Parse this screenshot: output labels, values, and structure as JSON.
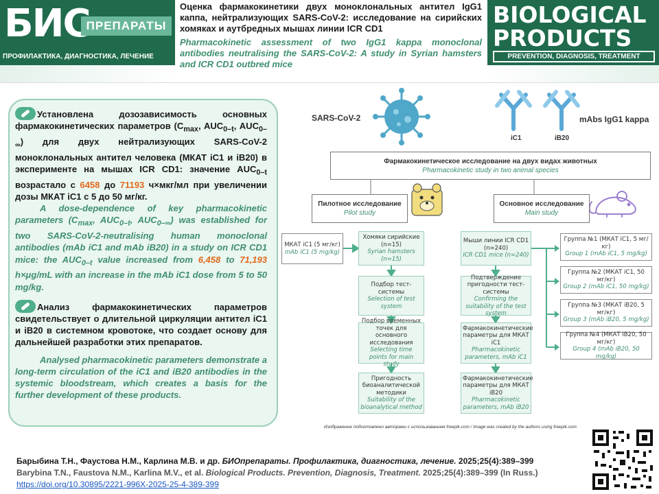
{
  "header": {
    "logo_left_main": "БИС",
    "logo_left_badge": "ПРЕПАРАТЫ",
    "logo_left_sub": "ПРОФИЛАКТИКА, ДИАГНОСТИКА, ЛЕЧЕНИЕ",
    "title_ru": "Оценка фармакокинетики двух моноклональных антител IgG1 каппа, нейтрализующих SARS-CoV-2: исследование на сирийских хомяках и аутбредных мышах линии ICR CD1",
    "title_en": "Pharmacokinetic assessment of two IgG1 kappa monoclonal antibodies neutralising the SARS-CoV-2: A study in Syrian hamsters and ICR CD1 outbred mice",
    "logo_right_line1": "BIOLOGICAL",
    "logo_right_line2": "PRODUCTS",
    "logo_right_line3": "PREVENTION, DIAGNOSIS, TREATMENT"
  },
  "panel": {
    "p1_a": "Установлена дозозависимость основных фармакокинетических параметров (C",
    "p1_sub1": "max",
    "p1_b": ", AUC",
    "p1_sub2": "0–t",
    "p1_c": ", AUC",
    "p1_sub3": "0–∞",
    "p1_d": ") для двух нейтрализующих SARS-CoV-2 моноклональных антител человека (МКАТ iC1 и iB20) в эксперименте на мышах ICR CD1: значение AUC",
    "p1_sub4": "0–t",
    "p1_e": " возрастало с ",
    "p1_num1": "6458",
    "p1_f": " до ",
    "p1_num2": "71193",
    "p1_g": " ч×мкг/мл при увеличении дозы МКАТ iC1 с 5 до 50 мг/кг.",
    "p2_a": "A dose-dependence of key pharmacokinetic parameters (C",
    "p2_sub1": "max",
    "p2_b": ", AUC",
    "p2_sub2": "0–t",
    "p2_c": ", AUC",
    "p2_sub3": "0–∞",
    "p2_d": ") was established for two SARS-CoV-2-neutralising human monoclonal antibodies (mAb iC1 and mAb iB20) in a study on ICR CD1 mice: the AUC",
    "p2_sub4": "0–t",
    "p2_e": " value increased from ",
    "p2_num1": "6,458",
    "p2_f": " to ",
    "p2_num2": "71,193",
    "p2_g": " h×μg/mL with an increase in the mAb iC1 dose from 5 to 50 mg/kg.",
    "p3": "Анализ фармакокинетических параметров свидетельствует о длительной циркуляции антител iC1 и iB20 в системном кровотоке, что создает основу для дальнейшей разработки этих препаратов.",
    "p4": "Analysed pharmacokinetic parameters demonstrate a long-term circulation of the iC1 and iB20 antibodies in the systemic bloodstream, which creates a basis for the further development of these products."
  },
  "diagram": {
    "virus_label": "SARS-CoV-2",
    "antibody_label": "mAbs IgG1 kappa",
    "ab1": "iC1",
    "ab2": "iB20",
    "study_ru": "Фармакокинетическое исследование на двух видах животных",
    "study_en": "Pharmacokinetic study in two animal species",
    "pilot_ru": "Пилотное исследование",
    "pilot_en": "Pilot study",
    "main_ru": "Основное исследование",
    "main_en": "Main study",
    "mkat_ru": "МКАТ iC1 (5 мг/кг)",
    "mkat_en": "mAb iC1 (5 mg/kg)",
    "hamsters_ru": "Хомяки сирийские (n=15)",
    "hamsters_en": "Syrian hamsters (n=15)",
    "select_ru": "Подбор тест-системы",
    "select_en": "Selection of test system",
    "timepoints_ru": "Подбор временных точек для основного исследования",
    "timepoints_en": "Selecting time points for main study",
    "suitability_ru": "Пригодность биоаналитической методики",
    "suitability_en": "Suitability of the bioanalytical method",
    "mice_ru": "Мыши линии ICR CD1 (n=240)",
    "mice_en": "ICR CD1 mice (n=240)",
    "confirm_ru": "Подтверждение пригодности тест-системы",
    "confirm_en": "Confirming the suitability of the test system",
    "pk_ic1_ru": "Фармакокинетические параметры для МКАТ iC1",
    "pk_ic1_en": "Pharmacokinetic parameters, mAb iC1",
    "pk_ib20_ru": "Фармакокинетические параметры для МКАТ iB20",
    "pk_ib20_en": "Pharmacokinetic parameters, mAb iB20",
    "groups": [
      {
        "ru": "Группа №1 (МКАТ iC1, 5 мг/кг)",
        "en": "Group 1 (mAb iC1, 5 mg/kg)"
      },
      {
        "ru": "Группа №2 (МКАТ iC1, 50 мг/кг)",
        "en": "Group 2 (mAb iC1, 50 mg/kg)"
      },
      {
        "ru": "Группа №3 (МКАТ iB20, 5 мг/кг)",
        "en": "Group 3 (mAb iB20, 5 mg/kg)"
      },
      {
        "ru": "Группа №4 (МКАТ iB20, 50 мг/кг)",
        "en": "Group 4 (mAb iB20, 50 mg/kg)"
      }
    ],
    "credit": "Изображение подготовлено авторами с использованием freepik.com / Image was created by the authors using freepik.com"
  },
  "citation": {
    "ru_authors": "Барыбина Т.Н., Фаустова Н.М., Карлина М.В. и др. ",
    "ru_journal": "БИОпрепараты. Профилактика, диагностика, лечение.",
    "ru_tail": " 2025;25(4):389–399",
    "en_authors": "Barybina T.N., Faustova N.M., Karlina M.V., et al. ",
    "en_journal": "Biological Products. Prevention, Diagnosis, Treatment.",
    "en_tail": " 2025;25(4):389–399 (In Russ.)",
    "doi": "https://doi.org/10.30895/2221-996X-2025-25-4-389-399"
  },
  "colors": {
    "brand_green": "#1f6b4c",
    "mint": "#6ab79a",
    "accent_orange": "#e06a1c",
    "teal_text": "#3e8f6d"
  }
}
